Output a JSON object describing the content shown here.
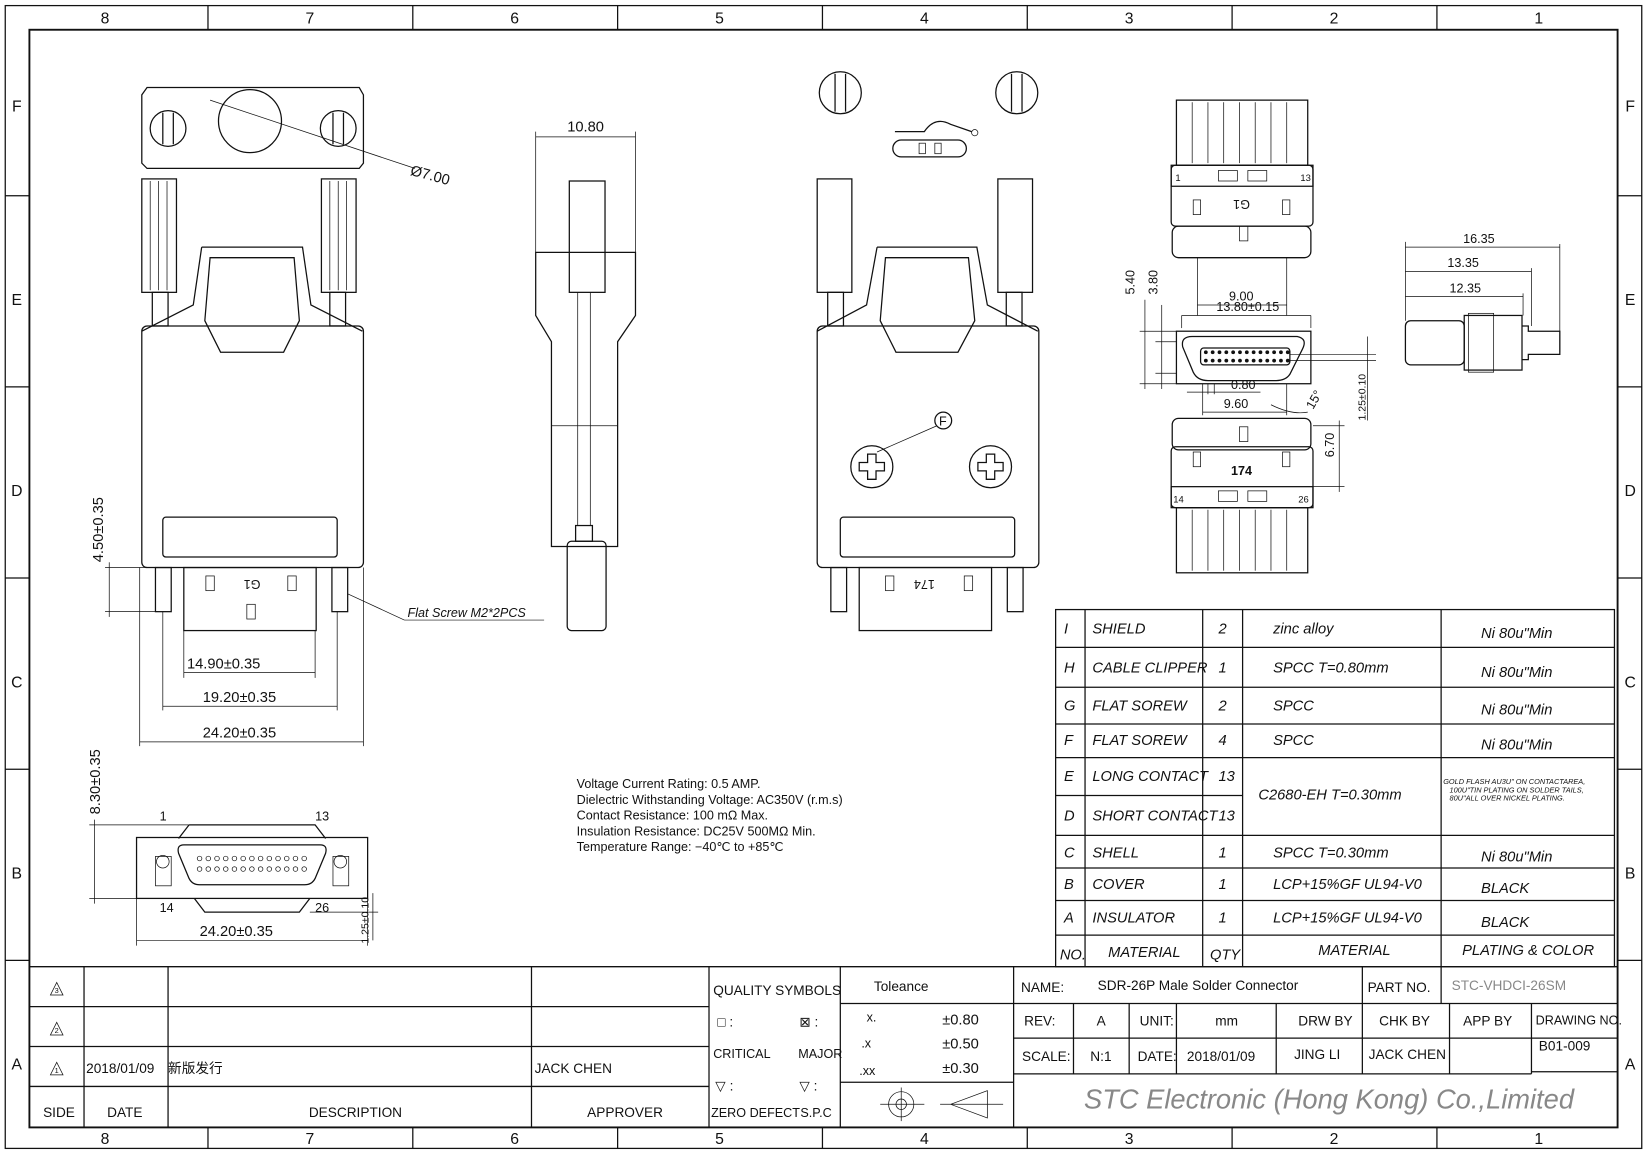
{
  "zones": {
    "columns": [
      "8",
      "7",
      "6",
      "5",
      "4",
      "3",
      "2",
      "1"
    ],
    "rows": [
      "F",
      "E",
      "D",
      "C",
      "B",
      "A"
    ]
  },
  "front_view": {
    "diameter": "Ø7.00",
    "dim_height": "4.50±0.35",
    "dim_width_1": "14.90±0.35",
    "dim_width_2": "19.20±0.35",
    "dim_width_3": "24.20±0.35",
    "screw_note": "Flat Screw M2*2PCS",
    "marking": "G1"
  },
  "side_view": {
    "dim_width": "10.80"
  },
  "rear_view": {
    "callout": "F",
    "marking": "174"
  },
  "bottom_view": {
    "dim_height": "8.30±0.35",
    "dim_width": "24.20±0.35",
    "dim_small": "1.25±0.10",
    "pin_1": "1",
    "pin_13": "13",
    "pin_14": "14",
    "pin_26": "26"
  },
  "receptacle_views": {
    "top_pin_left": "1",
    "top_pin_right": "13",
    "top_marking": "G1",
    "dim_9_00": "9.00",
    "dim_13_80": "13.80±0.15",
    "dim_5_40": "5.40",
    "dim_3_80": "3.80",
    "dim_0_80": "0.80",
    "dim_9_60": "9.60",
    "angle": "15°",
    "dim_1_25": "1.25±0.10",
    "dim_6_70": "6.70",
    "bottom_marking": "174",
    "bottom_pin_left": "14",
    "bottom_pin_right": "26",
    "side_dim_1": "16.35",
    "side_dim_2": "13.35",
    "side_dim_3": "12.35"
  },
  "specs": [
    "Voltage Current Rating: 0.5 AMP.",
    "Dielectric Withstanding Voltage: AC350V (r.m.s)",
    "Contact Resistance: 100 mΩ Max.",
    "Insulation Resistance: DC25V 500MΩ Min.",
    "Temperature Range: −40℃ to +85℃"
  ],
  "bom": {
    "rows": [
      {
        "no": "I",
        "part": "SHIELD",
        "qty": "2",
        "material": "zinc alloy",
        "plating": "Ni 80u\"Min"
      },
      {
        "no": "H",
        "part": "CABLE CLIPPER",
        "qty": "1",
        "material": "SPCC T=0.80mm",
        "plating": "Ni 80u\"Min"
      },
      {
        "no": "G",
        "part": "FLAT SOREW",
        "qty": "2",
        "material": "SPCC",
        "plating": "Ni 80u\"Min"
      },
      {
        "no": "F",
        "part": "FLAT SOREW",
        "qty": "4",
        "material": "SPCC",
        "plating": "Ni 80u\"Min"
      },
      {
        "no": "E",
        "part": "LONG CONTACT",
        "qty": "13"
      },
      {
        "no": "D",
        "part": "SHORT CONTACT",
        "qty": "13"
      },
      {
        "no": "C",
        "part": "SHELL",
        "qty": "1",
        "material": "SPCC T=0.30mm",
        "plating": "Ni 80u\"Min"
      },
      {
        "no": "B",
        "part": "COVER",
        "qty": "1",
        "material": "LCP+15%GF UL94-V0",
        "plating": "BLACK"
      },
      {
        "no": "A",
        "part": "INSULATOR",
        "qty": "1",
        "material": "LCP+15%GF UL94-V0",
        "plating": "BLACK"
      }
    ],
    "contact_material": "C2680-EH T=0.30mm",
    "contact_plating": [
      "GOLD FLASH AU3U\" ON CONTACTAREA,",
      "100U\"TIN PLATING ON SOLDER TAILS,",
      "80U\"ALL OVER NICKEL PLATING."
    ],
    "headers": {
      "no": "NO.",
      "part": "MATERIAL",
      "qty": "QTY",
      "material": "MATERIAL",
      "plating": "PLATING & COLOR"
    }
  },
  "revision_block": {
    "rev3_symbol": "3",
    "rev2_symbol": "2",
    "rev1_symbol": "1",
    "rev1_date": "2018/01/09",
    "rev1_description": "新版发行",
    "rev1_approver": "JACK CHEN",
    "headers": {
      "side": "SIDE",
      "date": "DATE",
      "description": "DESCRIPTION",
      "approver": "APPROVER"
    }
  },
  "quality": {
    "title": "QUALITY SYMBOLS",
    "critical_sym": "□ :",
    "major_sym": "⊠ :",
    "critical": "CRITICAL",
    "major": "MAJOR",
    "zero_sym": "▽ :",
    "spc_sym": "▽ :",
    "zero_defect": "ZERO DEFECT",
    "spc": "S.P.C"
  },
  "tolerance": {
    "title": "Toleance",
    "rows": [
      {
        "fmt": "x.",
        "val": "±0.80"
      },
      {
        "fmt": ".x",
        "val": "±0.50"
      },
      {
        "fmt": ".xx",
        "val": "±0.30"
      }
    ]
  },
  "title_block": {
    "name_label": "NAME:",
    "name": "SDR-26P Male Solder Connector",
    "part_no_label": "PART NO.",
    "part_no": "STC-VHDCI-26SM",
    "rev_label": "REV:",
    "rev": "A",
    "unit_label": "UNIT:",
    "unit": "mm",
    "drw_by_label": "DRW BY",
    "chk_by_label": "CHK BY",
    "app_by_label": "APP BY",
    "drawing_no_label": "DRAWING NO.",
    "scale_label": "SCALE:",
    "scale": "N:1",
    "date_label": "DATE:",
    "date": "2018/01/09",
    "drw_by": "JING LI",
    "chk_by": "JACK CHEN",
    "drawing_no": "B01-009",
    "company": "STC Electronic (Hong Kong) Co.,Limited"
  }
}
